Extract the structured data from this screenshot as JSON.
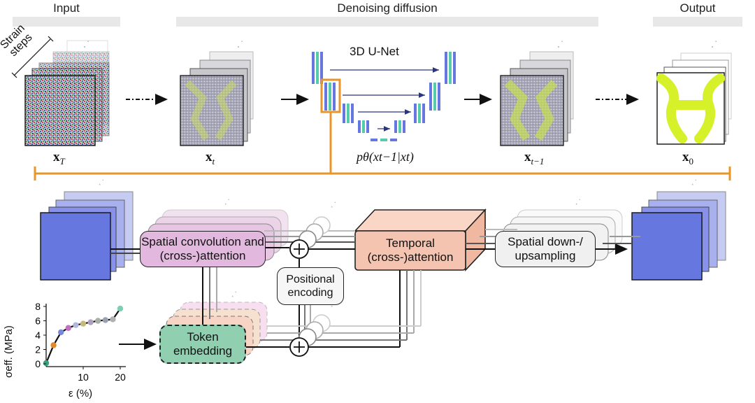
{
  "headers": {
    "input": "Input",
    "diffusion": "Denoising diffusion",
    "output": "Output"
  },
  "strain_label": {
    "line1": "Strain",
    "line2": "steps"
  },
  "stack_labels": {
    "x_T": "x",
    "x_T_sub": "T",
    "x_t": "x",
    "x_t_sub": "t",
    "x_t1": "x",
    "x_t1_sub": "t−1",
    "x_0": "x",
    "x_0_sub": "0"
  },
  "unet": {
    "title": "3D U-Net",
    "formula": "pθ(xt−1|xt)"
  },
  "blocks": {
    "spatial_conv": "Spatial convolution and (cross-)attention",
    "temporal": "Temporal (cross-)attention",
    "spatial_down": "Spatial down-/ upsampling",
    "positional": "Positional encoding",
    "token": "Token embedding"
  },
  "chart_data": {
    "type": "line",
    "xlabel": "ε (%)",
    "ylabel": "σeff. (MPa)",
    "xlim": [
      0,
      20
    ],
    "ylim": [
      0,
      8
    ],
    "xticks": [
      10,
      20
    ],
    "yticks": [
      0,
      2,
      4,
      6,
      8
    ],
    "x": [
      0,
      2,
      4,
      6,
      8,
      10,
      12,
      14,
      16,
      18,
      20
    ],
    "y": [
      0.1,
      2.6,
      4.4,
      5.0,
      5.4,
      5.6,
      5.8,
      6.0,
      6.1,
      6.2,
      7.7
    ],
    "point_colors": [
      "#3aa07a",
      "#e0882a",
      "#7a86d6",
      "#c070c0",
      "#b0b8e0",
      "#c8b87a",
      "#b0a0c0",
      "#a8b0a8",
      "#9aa0b0",
      "#b0b0b0",
      "#7ad0b0"
    ]
  },
  "colors": {
    "accent": "#e8962a",
    "unet_blue": "#6677e0",
    "unet_teal": "#55ccaa",
    "spatial_fill": "#e2b8de",
    "temporal_fill": "#f5c4b0",
    "token_fill": "#90d0b0",
    "output_yellow": "#d6f02a"
  }
}
